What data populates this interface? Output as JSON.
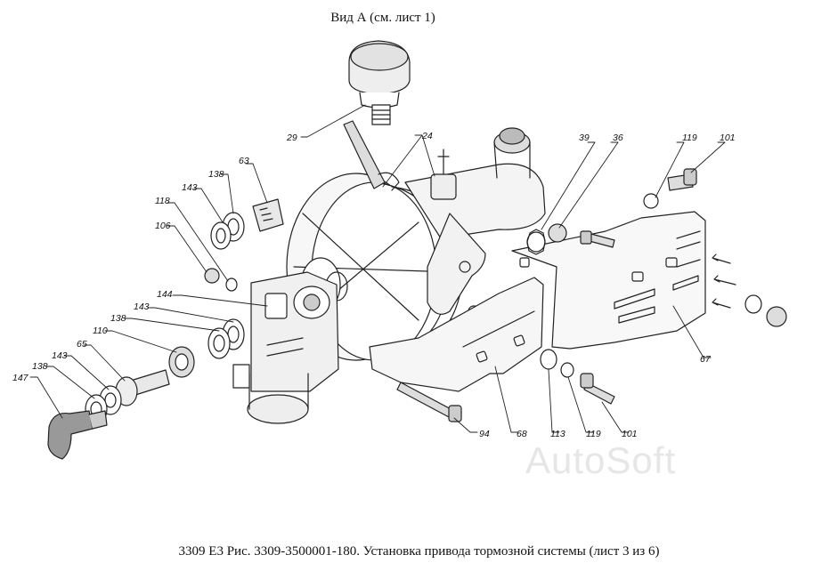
{
  "view_title": "Вид А (см. лист 1)",
  "caption": "3309 Е3 Рис. 3309-3500001-180. Установка привода тормозной системы (лист 3 из 6)",
  "watermark": "AutoSoft",
  "callouts": {
    "c29": "29",
    "c24": "24",
    "c39": "39",
    "c36": "36",
    "c119a": "119",
    "c101a": "101",
    "c63": "63",
    "c138a": "138",
    "c143a": "143",
    "c118": "118",
    "c106": "106",
    "c144": "144",
    "c143b": "143",
    "c138b": "138",
    "c110": "110",
    "c65": "65",
    "c143c": "143",
    "c138c": "138",
    "c147": "147",
    "c67": "67",
    "c94": "94",
    "c68": "68",
    "c113": "113",
    "c119b": "119",
    "c101b": "101"
  }
}
